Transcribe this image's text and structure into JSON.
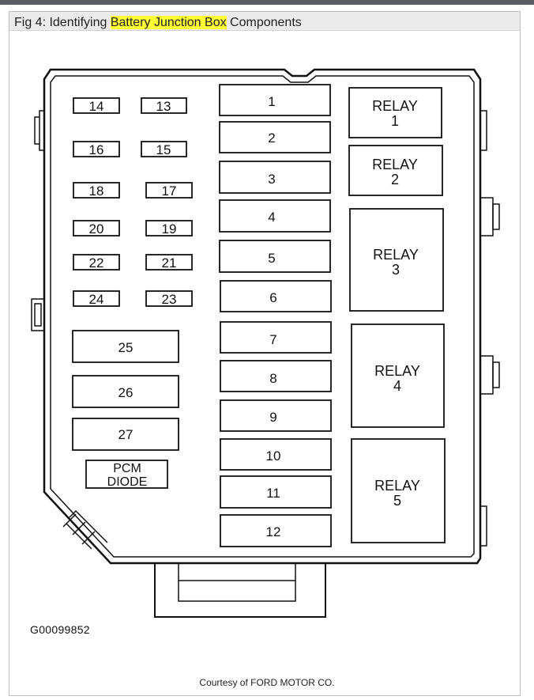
{
  "figure": {
    "title_prefix": "Fig 4: Identifying ",
    "title_highlight": "Battery Junction Box",
    "title_suffix": " Components",
    "highlight_color": "#ffff33"
  },
  "diagram": {
    "fuses_small": [
      "14",
      "13",
      "16",
      "15",
      "18",
      "17",
      "20",
      "19",
      "22",
      "21",
      "24",
      "23"
    ],
    "fuses_wide": [
      "25",
      "26",
      "27"
    ],
    "diode_line1": "PCM",
    "diode_line2": "DIODE",
    "fuses_center": [
      "1",
      "2",
      "3",
      "4",
      "5",
      "6",
      "7",
      "8",
      "9",
      "10",
      "11",
      "12"
    ],
    "relays": [
      {
        "word": "RELAY",
        "num": "1"
      },
      {
        "word": "RELAY",
        "num": "2"
      },
      {
        "word": "RELAY",
        "num": "3"
      },
      {
        "word": "RELAY",
        "num": "4"
      },
      {
        "word": "RELAY",
        "num": "5"
      }
    ]
  },
  "figure_code": "G00099852",
  "courtesy": "Courtesy of FORD MOTOR CO."
}
